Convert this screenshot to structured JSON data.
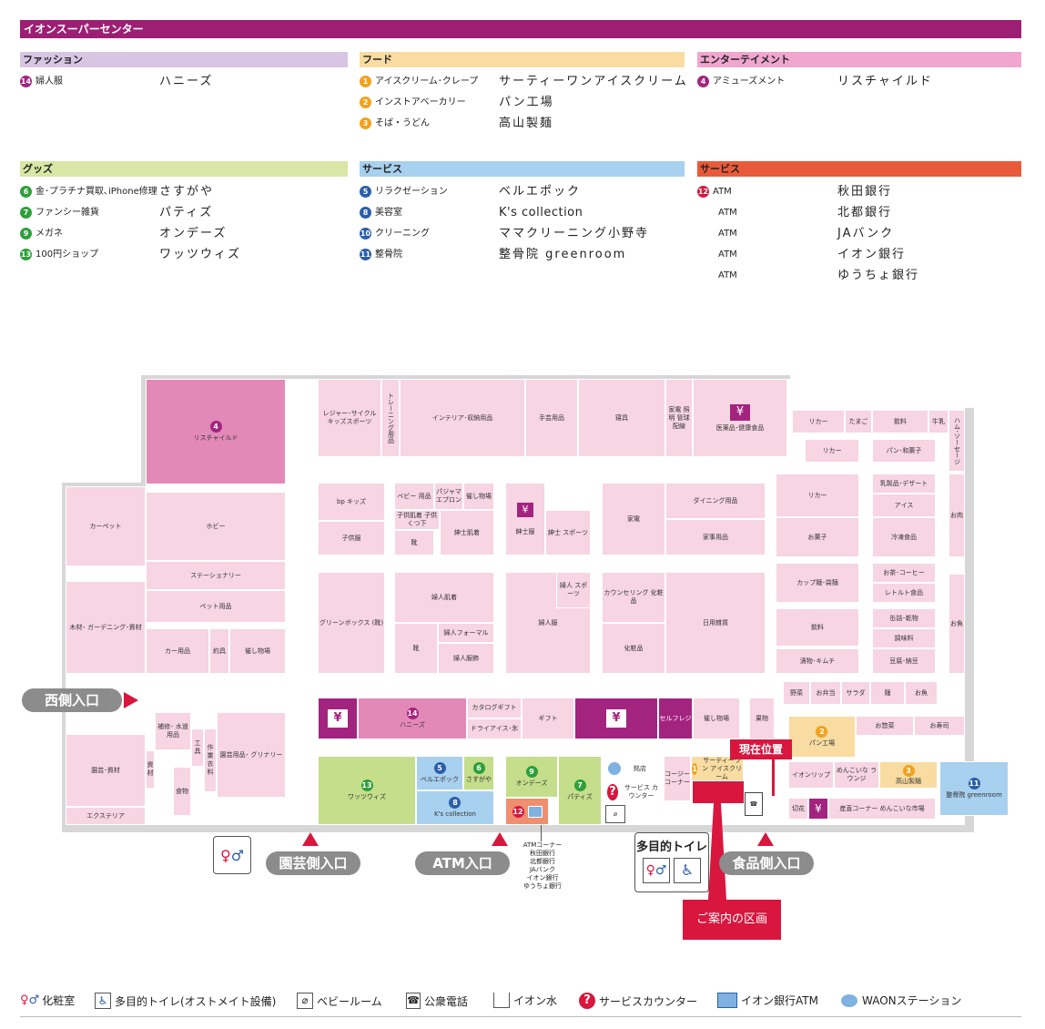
{
  "title": "イオンスーパーセンター",
  "categories": {
    "fashion": {
      "label": "ファッション",
      "color": "#d8c5e3",
      "rows": [
        {
          "num": "14",
          "type": "婦人服",
          "name": "ハニーズ"
        }
      ]
    },
    "food": {
      "label": "フード",
      "color": "#f8dca1",
      "rows": [
        {
          "num": "1",
          "type": "アイスクリーム･クレープ",
          "name": "サーティーワンアイスクリーム"
        },
        {
          "num": "2",
          "type": "インストアベーカリー",
          "name": "パン工場"
        },
        {
          "num": "3",
          "type": "そば・うどん",
          "name": "高山製麺"
        }
      ]
    },
    "entertainment": {
      "label": "エンターテイメント",
      "color": "#f0a6cf",
      "rows": [
        {
          "num": "4",
          "type": "アミューズメント",
          "name": "リスチャイルド"
        }
      ]
    },
    "goods": {
      "label": "グッズ",
      "color": "#d9e6a5",
      "rows": [
        {
          "num": "6",
          "type": "金･プラチナ買取､iPhone修理",
          "name": "さすがや"
        },
        {
          "num": "7",
          "type": "ファンシー雑貨",
          "name": "パティズ"
        },
        {
          "num": "9",
          "type": "メガネ",
          "name": "オンデーズ"
        },
        {
          "num": "13",
          "type": "100円ショップ",
          "name": "ワッツウィズ"
        }
      ]
    },
    "service_blue": {
      "label": "サービス",
      "color": "#a8d0ef",
      "rows": [
        {
          "num": "5",
          "type": "リラクゼーション",
          "name": "ベルエポック"
        },
        {
          "num": "8",
          "type": "美容室",
          "name": "K's collection"
        },
        {
          "num": "10",
          "type": "クリーニング",
          "name": "ママクリーニング小野寺"
        },
        {
          "num": "11",
          "type": "整骨院",
          "name": "整骨院 greenroom"
        }
      ]
    },
    "service_red": {
      "label": "サービス",
      "color": "#e95a3a",
      "rows": [
        {
          "num": "12",
          "type": "ATM",
          "name": "秋田銀行"
        },
        {
          "num": "",
          "type": "ATM",
          "name": "北都銀行"
        },
        {
          "num": "",
          "type": "ATM",
          "name": "JAバンク"
        },
        {
          "num": "",
          "type": "ATM",
          "name": "イオン銀行"
        },
        {
          "num": "",
          "type": "ATM",
          "name": "ゆうちょ銀行"
        }
      ]
    }
  },
  "colors": {
    "green_num": "#2e9f3a",
    "orange_num": "#f0a21e",
    "pink_num": "#a3247f",
    "blue_num": "#2b5ea8",
    "red_num": "#d8163e",
    "accent": "#9c1f73"
  },
  "map": {
    "rooms": {
      "r_lischild": "リスチャイルド",
      "r_leisure": "レジャー･サイクル キッズスポーツ",
      "r_training": "トレーニング用品",
      "r_interior": "インテリア･収納用品",
      "r_craft": "手芸用品",
      "r_bedding": "寝具",
      "r_appliance": "家電 照明 管球 配線",
      "r_medicine": "医薬品･健康食品",
      "r_liquor1": "リカー",
      "r_egg": "たまご",
      "r_drink1": "飲料",
      "r_milk": "牛乳",
      "r_ham": "ハム･ソーセージ",
      "r_liquor2": "リカー",
      "r_bread": "パン･和菓子",
      "r_carpet": "カーペット",
      "r_hobby": "ホビー",
      "r_bp": "bp キッズ",
      "r_baby": "ベビー 用品",
      "r_pajama": "パジャマ エプロン",
      "r_event1": "催し物場",
      "r_kidsunder": "子供肌着 子供くつ下",
      "r_kidsclothes": "子供服",
      "r_shoes": "靴",
      "r_menunder": "紳士肌着",
      "r_menclothes": "紳士服",
      "r_mensports": "紳士 スポーツ",
      "r_electric": "家電",
      "r_dining": "ダイニング用品",
      "r_houseware": "家事用品",
      "r_liquor3": "リカー",
      "r_dairy": "乳製品･デザート",
      "r_ice": "アイス",
      "r_meat": "お肉",
      "r_snack": "お菓子",
      "r_frozen": "冷凍食品",
      "r_stationery": "ステーショナリー",
      "r_pet": "ペット用品",
      "r_wood": "木材･ ガーデニング･資材",
      "r_green": "グリーンボックス (靴)",
      "r_ladyunder": "婦人肌着",
      "r_ladysports": "婦人 スポーツ",
      "r_counseling": "カウンセリング 化粧品",
      "r_daily": "日用雑貨",
      "r_cupnoodle": "カップ麺･袋麺",
      "r_tea": "お茶･コーヒー",
      "r_retort": "レトルト食品",
      "r_canned": "缶詰･乾物",
      "r_drink2": "飲料",
      "r_seasoning": "調味料",
      "r_fish": "お魚",
      "r_pickles": "漬物･キムチ",
      "r_tofu": "豆腐･納豆",
      "r_car": "カー用品",
      "r_pharm": "約具",
      "r_event2": "催し物場",
      "r_shoes2": "靴",
      "r_ladyformal": "婦人フォーマル",
      "r_ladyclothes": "婦人服",
      "r_ladyaccs": "婦人服飾",
      "r_cosmetics": "化粧品",
      "r_veg": "野菜",
      "r_bento": "お弁当",
      "r_salad": "サラダ",
      "r_noodle": "麺",
      "r_fish2": "お魚",
      "r_honeys": "ハニーズ",
      "r_catalog": "カタログギフト",
      "r_dryice": "ドライアイス･氷",
      "r_gift": "ギフト",
      "r_selfreg": "セルフレジ",
      "r_event3": "催し物場",
      "r_fruit": "果物",
      "r_panfactory": "パン工場",
      "r_sozai": "お惣菜",
      "r_sushi": "お寿司",
      "r_repair": "補修･ 水道用品",
      "r_material": "資材",
      "r_tool": "工具",
      "r_work": "作業衣料",
      "r_food2": "食物",
      "r_garden": "園芸用品･ グリナリー",
      "r_gardening": "園芸･資材",
      "r_exterior": "エクステリア",
      "r_watts": "ワッツウィズ",
      "r_bell": "ベルエポック",
      "r_sasugaya": "さすがや",
      "r_kscollection": "K's collection",
      "r_ondays": "オンデーズ",
      "r_patiz": "パティズ",
      "r_sake": "銘店",
      "r_service": "サービス カウンター",
      "r_coin": "コージー コーナー",
      "r_31": "サーティーワン アイスクリーム",
      "r_aeonlip": "イオンリップ",
      "r_menkoi": "めんこいな ラウンジ",
      "r_takayama": "高山製麺",
      "r_greenroom": "整骨院 greenroom",
      "r_flower": "切花",
      "r_sanchi": "産直コーナー めんこいな市場"
    },
    "atm_note": [
      "ATMコーナー",
      "秋田銀行",
      "北都銀行",
      "JAバンク",
      "イオン銀行",
      "ゆうちょ銀行"
    ],
    "you_are_here": "現在位置",
    "guide_area": "ご案内の区画",
    "multi_toilet": "多目的トイレ",
    "entrances": {
      "west": "西側入口",
      "garden": "園芸側入口",
      "atm": "ATM入口",
      "food": "食品側入口"
    }
  },
  "legend": [
    {
      "icon": "restroom-icon",
      "label": "化粧室"
    },
    {
      "icon": "accessible-toilet-icon",
      "label": "多目的トイレ(オストメイト設備)"
    },
    {
      "icon": "baby-room-icon",
      "label": "ベビールーム"
    },
    {
      "icon": "phone-icon",
      "label": "公衆電話"
    },
    {
      "icon": "aeon-water-icon",
      "label": "イオン水"
    },
    {
      "icon": "service-counter-icon",
      "label": "サービスカウンター"
    },
    {
      "icon": "atm-icon",
      "label": "イオン銀行ATM"
    },
    {
      "icon": "waon-icon",
      "label": "WAONステーション"
    }
  ]
}
